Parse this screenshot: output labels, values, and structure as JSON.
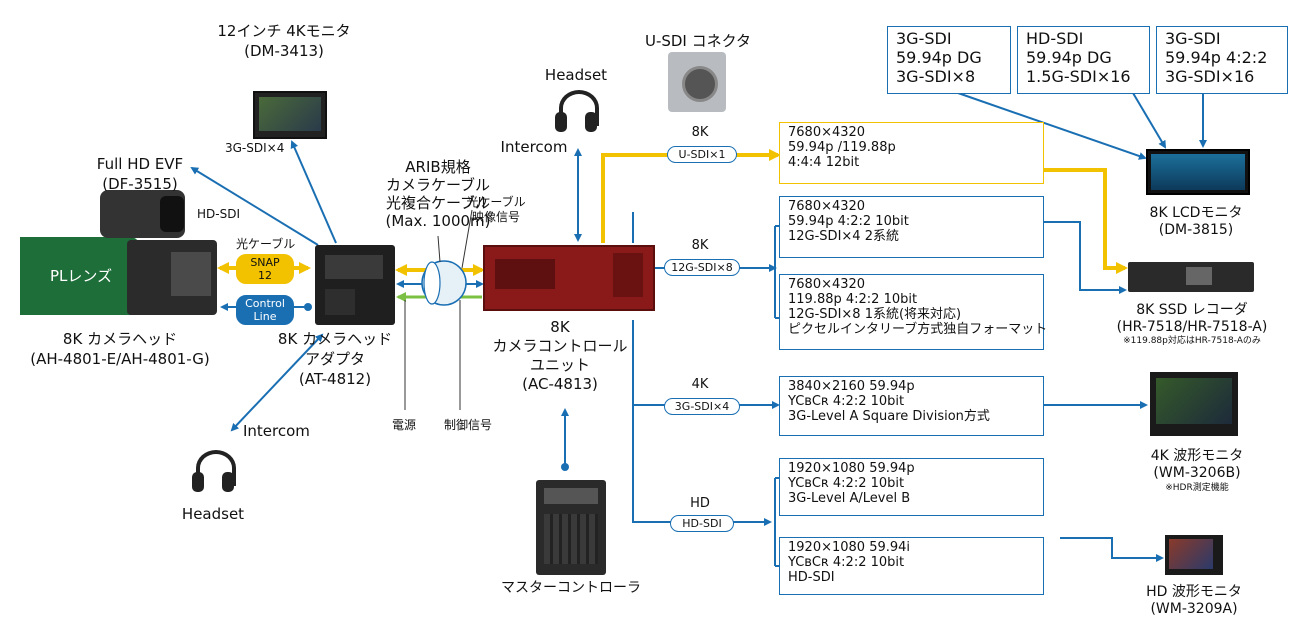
{
  "colors": {
    "blue": "#1a6fb3",
    "yellow": "#f2c200",
    "green": "#7bc043",
    "lens": "#1e6e3a"
  },
  "lens": {
    "label": "PLレンズ"
  },
  "camera_head": {
    "name": "8K カメラヘッド",
    "model": "(AH-4801-E/AH-4801-G)"
  },
  "evf": {
    "name": "Full HD EVF",
    "model": "(DF-3515)",
    "signal": "HD-SDI"
  },
  "monitor_12": {
    "name": "12インチ 4Kモニタ",
    "model": "(DM-3413)",
    "signal": "3G-SDI×4"
  },
  "fiber_cable_label": "光ケーブル",
  "snap": {
    "line1": "SNAP",
    "line2": "12"
  },
  "control_line": {
    "line1": "Control",
    "line2": "Line"
  },
  "adapter": {
    "line1": "8K カメラヘッド",
    "line2": "アダプタ",
    "model": "(AT-4812)"
  },
  "headset_left": {
    "intercom": "Intercom",
    "headset": "Headset"
  },
  "arib": {
    "line1": "ARIB規格",
    "line2": "カメラケーブル",
    "line3": "光複合ケーブル",
    "line4": "(Max. 1000m)"
  },
  "fiber_video": {
    "line1": "光ケーブル",
    "line2": "映像信号"
  },
  "power_label": "電源",
  "control_signal_label": "制御信号",
  "ccu": {
    "line1": "8K",
    "line2": "カメラコントロール",
    "line3": "ユニット",
    "model": "(AC-4813)"
  },
  "master_controller": "マスターコントローラ",
  "headset_center": {
    "headset": "Headset",
    "intercom": "Intercom"
  },
  "usdi_connector": "U-SDI コネクタ",
  "out_8k_usdi": {
    "res": "8K",
    "pill": "U-SDI×1",
    "lines": [
      "7680×4320",
      "59.94p /119.88p",
      "4:4:4 12bit"
    ]
  },
  "out_8k_12g": {
    "res": "8K",
    "pill": "12G-SDI×8",
    "box1": [
      "7680×4320",
      "59.94p 4:2:2 10bit",
      "12G-SDI×4  2系統"
    ],
    "box2": [
      "7680×4320",
      "119.88p 4:2:2 10bit",
      "12G-SDI×8  1系統(将来対応)",
      "ピクセルインタリーブ方式独自フォーマット"
    ]
  },
  "out_4k": {
    "res": "4K",
    "pill": "3G-SDI×4",
    "lines": [
      "3840×2160  59.94p",
      "YCʙCʀ 4:2:2 10bit",
      "3G-Level A  Square Division方式"
    ]
  },
  "out_hd": {
    "res": "HD",
    "pill": "HD-SDI",
    "box1": [
      "1920×1080  59.94p",
      "YCʙCʀ 4:2:2 10bit",
      "3G-Level A/Level B"
    ],
    "box2": [
      "1920×1080  59.94i",
      "YCʙCʀ 4:2:2 10bit",
      "HD-SDI"
    ]
  },
  "top_boxes": [
    [
      "3G-SDI",
      "59.94p  DG",
      "3G-SDI×8"
    ],
    [
      "HD-SDI",
      "59.94p  DG",
      "1.5G-SDI×16"
    ],
    [
      "3G-SDI",
      "59.94p  4:2:2",
      "3G-SDI×16"
    ]
  ],
  "lcd_8k": {
    "name": "8K LCDモニタ",
    "model": "(DM-3815)"
  },
  "ssd_recorder": {
    "name": "8K SSD レコーダ",
    "model": "(HR-7518/HR-7518-A)",
    "note": "※119.88p対応はHR-7518-Aのみ"
  },
  "wfm_4k": {
    "name": "4K 波形モニタ",
    "model": "(WM-3206B)",
    "note": "※HDR測定機能"
  },
  "wfm_hd": {
    "name": "HD 波形モニタ",
    "model": "(WM-3209A)"
  }
}
